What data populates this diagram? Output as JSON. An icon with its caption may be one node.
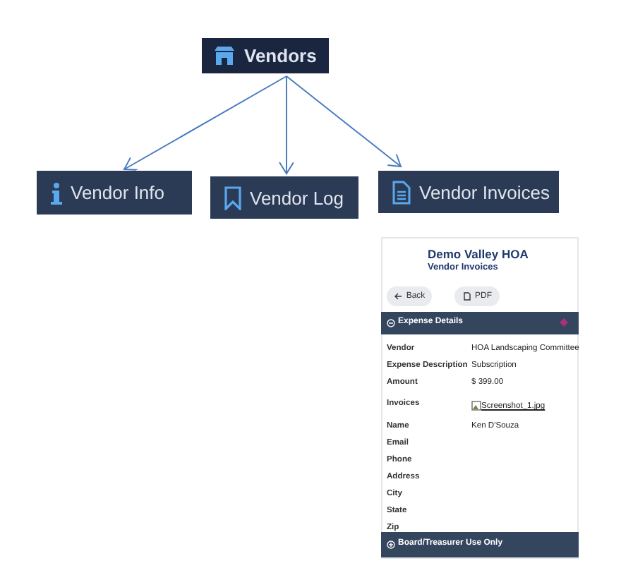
{
  "diagram": {
    "nodes": [
      {
        "text": [
          "Vendors"
        ]
      },
      {
        "text": [
          "Vendor Info"
        ]
      },
      {
        "text": [
          "Vendor Log"
        ]
      },
      {
        "text": [
          "Vendor Invoices"
        ]
      }
    ],
    "edges": [
      {
        "from": 0,
        "to": 1,
        "arrow": "to"
      },
      {
        "from": 0,
        "to": 2,
        "arrow": "to"
      },
      {
        "from": 0,
        "to": 3,
        "arrow": "to"
      }
    ],
    "labels": [
      "Demo Valley HOA",
      "Vendor Invoices",
      "Back",
      "PDF",
      "Expense Details",
      "Vendor",
      "HOA Landscaping Committee",
      "Expense Description",
      "Subscription",
      "Amount",
      "$ 399.00",
      "Invoices",
      "Screenshot_1.jpg",
      "Name",
      "Ken D'Souza",
      "Email",
      "Phone",
      "Address",
      "City",
      "State",
      "Zip",
      "Board/Treasurer Use Only"
    ]
  }
}
